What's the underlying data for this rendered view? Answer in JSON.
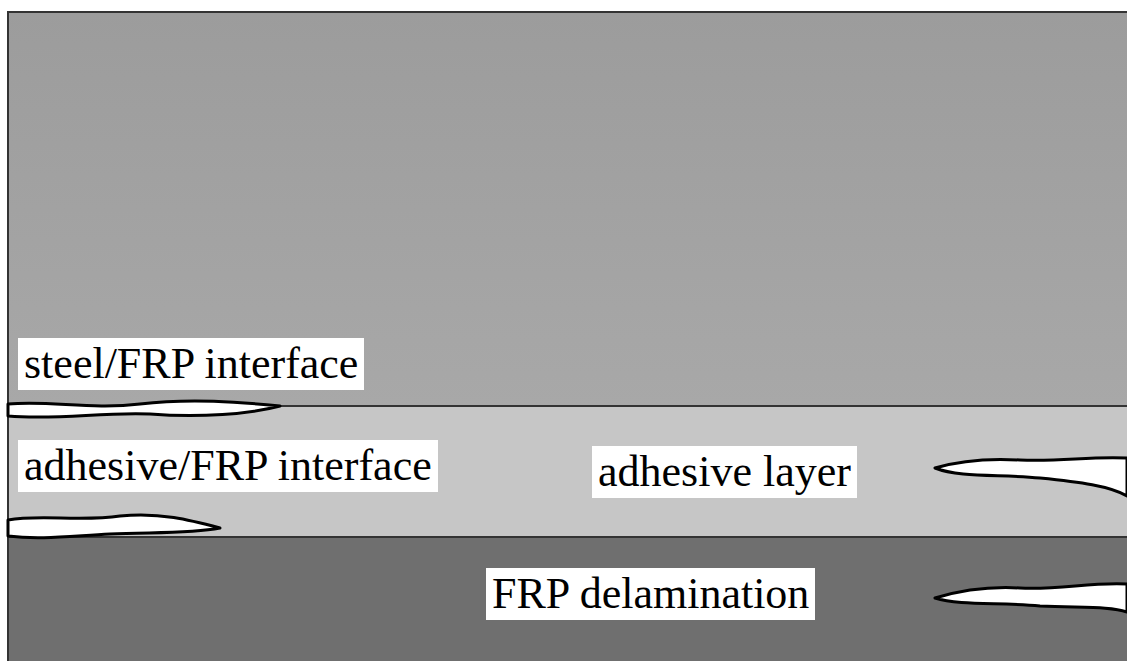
{
  "diagram": {
    "labels": [
      "steel/FRP interface",
      "adhesive/FRP interface",
      "adhesive layer",
      "FRP delamination"
    ]
  }
}
